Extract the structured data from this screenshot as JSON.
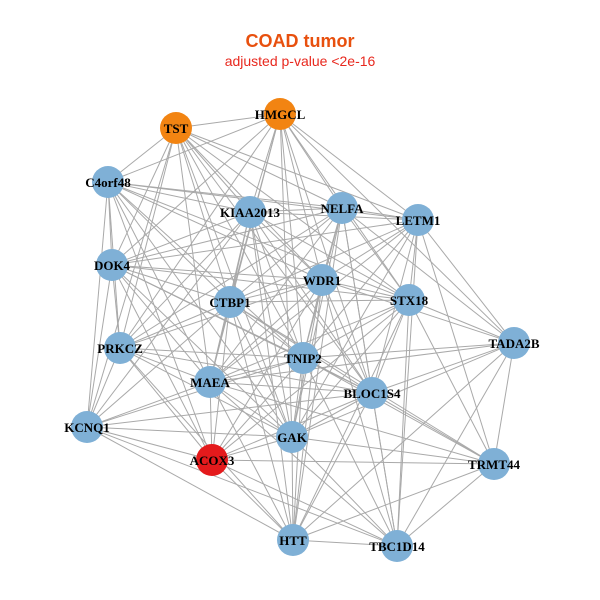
{
  "figure": {
    "title": "COAD tumor",
    "subtitle": "adjusted p-value <2e-16",
    "title_color": "#e8500e",
    "subtitle_color": "#e8281e",
    "edge_color": "#a9a9a9"
  },
  "legend_colors": {
    "default": "#7fb0d6",
    "highlight_orange": "#f28412",
    "highlight_red": "#e41a1c"
  },
  "nodes": [
    {
      "id": "TST",
      "label": "TST",
      "color": "#f28412"
    },
    {
      "id": "HMGCL",
      "label": "HMGCL",
      "color": "#f28412"
    },
    {
      "id": "C4orf48",
      "label": "C4orf48",
      "color": "#7fb0d6"
    },
    {
      "id": "KIAA2013",
      "label": "KIAA2013",
      "color": "#7fb0d6"
    },
    {
      "id": "NELFA",
      "label": "NELFA",
      "color": "#7fb0d6"
    },
    {
      "id": "LETM1",
      "label": "LETM1",
      "color": "#7fb0d6"
    },
    {
      "id": "DOK4",
      "label": "DOK4",
      "color": "#7fb0d6"
    },
    {
      "id": "WDR1",
      "label": "WDR1",
      "color": "#7fb0d6"
    },
    {
      "id": "CTBP1",
      "label": "CTBP1",
      "color": "#7fb0d6"
    },
    {
      "id": "STX18",
      "label": "STX18",
      "color": "#7fb0d6"
    },
    {
      "id": "TADA2B",
      "label": "TADA2B",
      "color": "#7fb0d6"
    },
    {
      "id": "PRKCZ",
      "label": "PRKCZ",
      "color": "#7fb0d6"
    },
    {
      "id": "TNIP2",
      "label": "TNIP2",
      "color": "#7fb0d6"
    },
    {
      "id": "MAEA",
      "label": "MAEA",
      "color": "#7fb0d6"
    },
    {
      "id": "BLOC1S4",
      "label": "BLOC1S4",
      "color": "#7fb0d6"
    },
    {
      "id": "KCNQ1",
      "label": "KCNQ1",
      "color": "#7fb0d6"
    },
    {
      "id": "GAK",
      "label": "GAK",
      "color": "#7fb0d6"
    },
    {
      "id": "ACOX3",
      "label": "ACOX3",
      "color": "#e41a1c"
    },
    {
      "id": "TRMT44",
      "label": "TRMT44",
      "color": "#7fb0d6"
    },
    {
      "id": "HTT",
      "label": "HTT",
      "color": "#7fb0d6"
    },
    {
      "id": "TBC1D14",
      "label": "TBC1D14",
      "color": "#7fb0d6"
    }
  ],
  "edges": [
    [
      "TST",
      "HMGCL"
    ],
    [
      "TST",
      "C4orf48"
    ],
    [
      "TST",
      "KIAA2013"
    ],
    [
      "TST",
      "NELFA"
    ],
    [
      "TST",
      "LETM1"
    ],
    [
      "TST",
      "DOK4"
    ],
    [
      "TST",
      "WDR1"
    ],
    [
      "TST",
      "CTBP1"
    ],
    [
      "TST",
      "STX18"
    ],
    [
      "TST",
      "PRKCZ"
    ],
    [
      "TST",
      "TNIP2"
    ],
    [
      "TST",
      "MAEA"
    ],
    [
      "TST",
      "BLOC1S4"
    ],
    [
      "TST",
      "KCNQ1"
    ],
    [
      "TST",
      "GAK"
    ],
    [
      "HMGCL",
      "C4orf48"
    ],
    [
      "HMGCL",
      "KIAA2013"
    ],
    [
      "HMGCL",
      "NELFA"
    ],
    [
      "HMGCL",
      "LETM1"
    ],
    [
      "HMGCL",
      "DOK4"
    ],
    [
      "HMGCL",
      "WDR1"
    ],
    [
      "HMGCL",
      "CTBP1"
    ],
    [
      "HMGCL",
      "STX18"
    ],
    [
      "HMGCL",
      "PRKCZ"
    ],
    [
      "HMGCL",
      "TNIP2"
    ],
    [
      "HMGCL",
      "MAEA"
    ],
    [
      "HMGCL",
      "BLOC1S4"
    ],
    [
      "HMGCL",
      "GAK"
    ],
    [
      "HMGCL",
      "TADA2B"
    ],
    [
      "C4orf48",
      "KIAA2013"
    ],
    [
      "C4orf48",
      "NELFA"
    ],
    [
      "C4orf48",
      "LETM1"
    ],
    [
      "C4orf48",
      "DOK4"
    ],
    [
      "C4orf48",
      "WDR1"
    ],
    [
      "C4orf48",
      "CTBP1"
    ],
    [
      "C4orf48",
      "PRKCZ"
    ],
    [
      "C4orf48",
      "TNIP2"
    ],
    [
      "C4orf48",
      "MAEA"
    ],
    [
      "C4orf48",
      "KCNQ1"
    ],
    [
      "C4orf48",
      "GAK"
    ],
    [
      "C4orf48",
      "ACOX3"
    ],
    [
      "C4orf48",
      "STX18"
    ],
    [
      "KIAA2013",
      "NELFA"
    ],
    [
      "KIAA2013",
      "LETM1"
    ],
    [
      "KIAA2013",
      "DOK4"
    ],
    [
      "KIAA2013",
      "WDR1"
    ],
    [
      "KIAA2013",
      "CTBP1"
    ],
    [
      "KIAA2013",
      "STX18"
    ],
    [
      "KIAA2013",
      "PRKCZ"
    ],
    [
      "KIAA2013",
      "TNIP2"
    ],
    [
      "KIAA2013",
      "MAEA"
    ],
    [
      "KIAA2013",
      "BLOC1S4"
    ],
    [
      "KIAA2013",
      "GAK"
    ],
    [
      "KIAA2013",
      "HTT"
    ],
    [
      "KIAA2013",
      "KCNQ1"
    ],
    [
      "NELFA",
      "LETM1"
    ],
    [
      "NELFA",
      "DOK4"
    ],
    [
      "NELFA",
      "WDR1"
    ],
    [
      "NELFA",
      "CTBP1"
    ],
    [
      "NELFA",
      "STX18"
    ],
    [
      "NELFA",
      "TADA2B"
    ],
    [
      "NELFA",
      "TNIP2"
    ],
    [
      "NELFA",
      "MAEA"
    ],
    [
      "NELFA",
      "BLOC1S4"
    ],
    [
      "NELFA",
      "GAK"
    ],
    [
      "NELFA",
      "HTT"
    ],
    [
      "NELFA",
      "TBC1D14"
    ],
    [
      "NELFA",
      "PRKCZ"
    ],
    [
      "LETM1",
      "DOK4"
    ],
    [
      "LETM1",
      "WDR1"
    ],
    [
      "LETM1",
      "CTBP1"
    ],
    [
      "LETM1",
      "STX18"
    ],
    [
      "LETM1",
      "TADA2B"
    ],
    [
      "LETM1",
      "TNIP2"
    ],
    [
      "LETM1",
      "MAEA"
    ],
    [
      "LETM1",
      "BLOC1S4"
    ],
    [
      "LETM1",
      "GAK"
    ],
    [
      "LETM1",
      "TRMT44"
    ],
    [
      "LETM1",
      "TBC1D14"
    ],
    [
      "DOK4",
      "WDR1"
    ],
    [
      "DOK4",
      "CTBP1"
    ],
    [
      "DOK4",
      "STX18"
    ],
    [
      "DOK4",
      "PRKCZ"
    ],
    [
      "DOK4",
      "TNIP2"
    ],
    [
      "DOK4",
      "MAEA"
    ],
    [
      "DOK4",
      "KCNQ1"
    ],
    [
      "DOK4",
      "GAK"
    ],
    [
      "DOK4",
      "ACOX3"
    ],
    [
      "DOK4",
      "BLOC1S4"
    ],
    [
      "WDR1",
      "CTBP1"
    ],
    [
      "WDR1",
      "STX18"
    ],
    [
      "WDR1",
      "TADA2B"
    ],
    [
      "WDR1",
      "TNIP2"
    ],
    [
      "WDR1",
      "MAEA"
    ],
    [
      "WDR1",
      "BLOC1S4"
    ],
    [
      "WDR1",
      "GAK"
    ],
    [
      "WDR1",
      "HTT"
    ],
    [
      "WDR1",
      "TBC1D14"
    ],
    [
      "WDR1",
      "PRKCZ"
    ],
    [
      "WDR1",
      "ACOX3"
    ],
    [
      "CTBP1",
      "STX18"
    ],
    [
      "CTBP1",
      "PRKCZ"
    ],
    [
      "CTBP1",
      "TNIP2"
    ],
    [
      "CTBP1",
      "MAEA"
    ],
    [
      "CTBP1",
      "BLOC1S4"
    ],
    [
      "CTBP1",
      "KCNQ1"
    ],
    [
      "CTBP1",
      "GAK"
    ],
    [
      "CTBP1",
      "ACOX3"
    ],
    [
      "CTBP1",
      "HTT"
    ],
    [
      "CTBP1",
      "TRMT44"
    ],
    [
      "STX18",
      "TADA2B"
    ],
    [
      "STX18",
      "TNIP2"
    ],
    [
      "STX18",
      "MAEA"
    ],
    [
      "STX18",
      "BLOC1S4"
    ],
    [
      "STX18",
      "GAK"
    ],
    [
      "STX18",
      "TRMT44"
    ],
    [
      "STX18",
      "HTT"
    ],
    [
      "STX18",
      "TBC1D14"
    ],
    [
      "STX18",
      "ACOX3"
    ],
    [
      "TADA2B",
      "TNIP2"
    ],
    [
      "TADA2B",
      "BLOC1S4"
    ],
    [
      "TADA2B",
      "GAK"
    ],
    [
      "TADA2B",
      "TRMT44"
    ],
    [
      "TADA2B",
      "HTT"
    ],
    [
      "TADA2B",
      "TBC1D14"
    ],
    [
      "TADA2B",
      "MAEA"
    ],
    [
      "PRKCZ",
      "TNIP2"
    ],
    [
      "PRKCZ",
      "MAEA"
    ],
    [
      "PRKCZ",
      "KCNQ1"
    ],
    [
      "PRKCZ",
      "GAK"
    ],
    [
      "PRKCZ",
      "ACOX3"
    ],
    [
      "PRKCZ",
      "HTT"
    ],
    [
      "PRKCZ",
      "BLOC1S4"
    ],
    [
      "TNIP2",
      "MAEA"
    ],
    [
      "TNIP2",
      "BLOC1S4"
    ],
    [
      "TNIP2",
      "GAK"
    ],
    [
      "TNIP2",
      "ACOX3"
    ],
    [
      "TNIP2",
      "TRMT44"
    ],
    [
      "TNIP2",
      "HTT"
    ],
    [
      "TNIP2",
      "TBC1D14"
    ],
    [
      "TNIP2",
      "KCNQ1"
    ],
    [
      "MAEA",
      "BLOC1S4"
    ],
    [
      "MAEA",
      "KCNQ1"
    ],
    [
      "MAEA",
      "GAK"
    ],
    [
      "MAEA",
      "ACOX3"
    ],
    [
      "MAEA",
      "HTT"
    ],
    [
      "MAEA",
      "TRMT44"
    ],
    [
      "MAEA",
      "TBC1D14"
    ],
    [
      "BLOC1S4",
      "GAK"
    ],
    [
      "BLOC1S4",
      "ACOX3"
    ],
    [
      "BLOC1S4",
      "TRMT44"
    ],
    [
      "BLOC1S4",
      "HTT"
    ],
    [
      "BLOC1S4",
      "TBC1D14"
    ],
    [
      "BLOC1S4",
      "KCNQ1"
    ],
    [
      "KCNQ1",
      "GAK"
    ],
    [
      "KCNQ1",
      "ACOX3"
    ],
    [
      "KCNQ1",
      "HTT"
    ],
    [
      "KCNQ1",
      "TBC1D14"
    ],
    [
      "GAK",
      "ACOX3"
    ],
    [
      "GAK",
      "TRMT44"
    ],
    [
      "GAK",
      "HTT"
    ],
    [
      "GAK",
      "TBC1D14"
    ],
    [
      "ACOX3",
      "TRMT44"
    ],
    [
      "ACOX3",
      "HTT"
    ],
    [
      "ACOX3",
      "TBC1D14"
    ],
    [
      "TRMT44",
      "HTT"
    ],
    [
      "TRMT44",
      "TBC1D14"
    ],
    [
      "HTT",
      "TBC1D14"
    ]
  ]
}
